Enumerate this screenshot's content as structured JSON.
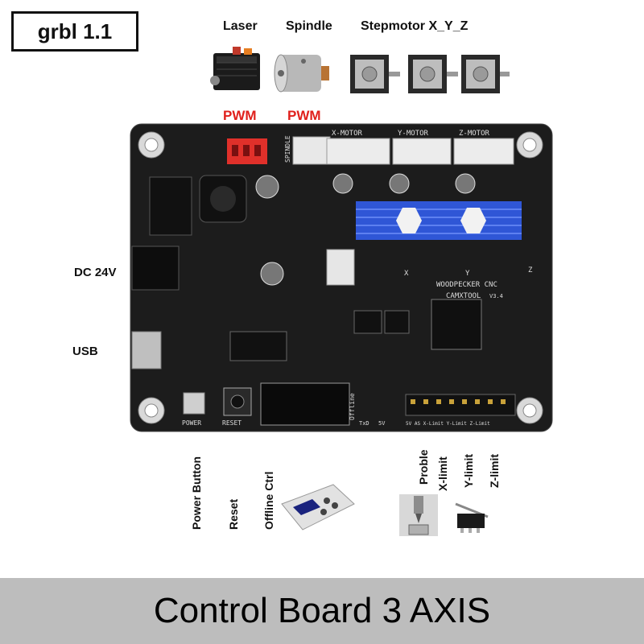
{
  "badge": {
    "title": "grbl 1.1"
  },
  "top_labels": {
    "laser": "Laser",
    "spindle": "Spindle",
    "stepmotor": "Stepmotor X_Y_Z"
  },
  "pwm_labels": [
    "PWM",
    "PWM"
  ],
  "side_labels": {
    "dc": "DC 24V",
    "usb": "USB"
  },
  "bottom_labels": {
    "power_button": "Power Button",
    "reset": "Reset",
    "offline_ctrl": "Offline Ctrl",
    "proble": "Proble",
    "x_limit": "X-limit",
    "y_limit": "Y-limit",
    "z_limit": "Z-limit"
  },
  "board_silkscreen": {
    "x_motor": "X-MOTOR",
    "y_motor": "Y-MOTOR",
    "z_motor": "Z-MOTOR",
    "spindle": "SPINDLE",
    "brand": "WOODPECKER CNC",
    "model": "CAMXTOOL",
    "version": "V3.4",
    "power": "POWER",
    "reset": "RESET",
    "offline": "Offline",
    "limits": "5V AS X-Limit Y-Limit Z-Limit",
    "txd": "TxD",
    "v5": "5V",
    "x": "X",
    "y": "Y",
    "z": "Z"
  },
  "banner": {
    "text": "Control Board 3 AXIS"
  },
  "colors": {
    "pwm": "#e0201c",
    "board": "#1c1c1c",
    "heatsink": "#2f56d6",
    "banner": "#bdbdbd"
  }
}
